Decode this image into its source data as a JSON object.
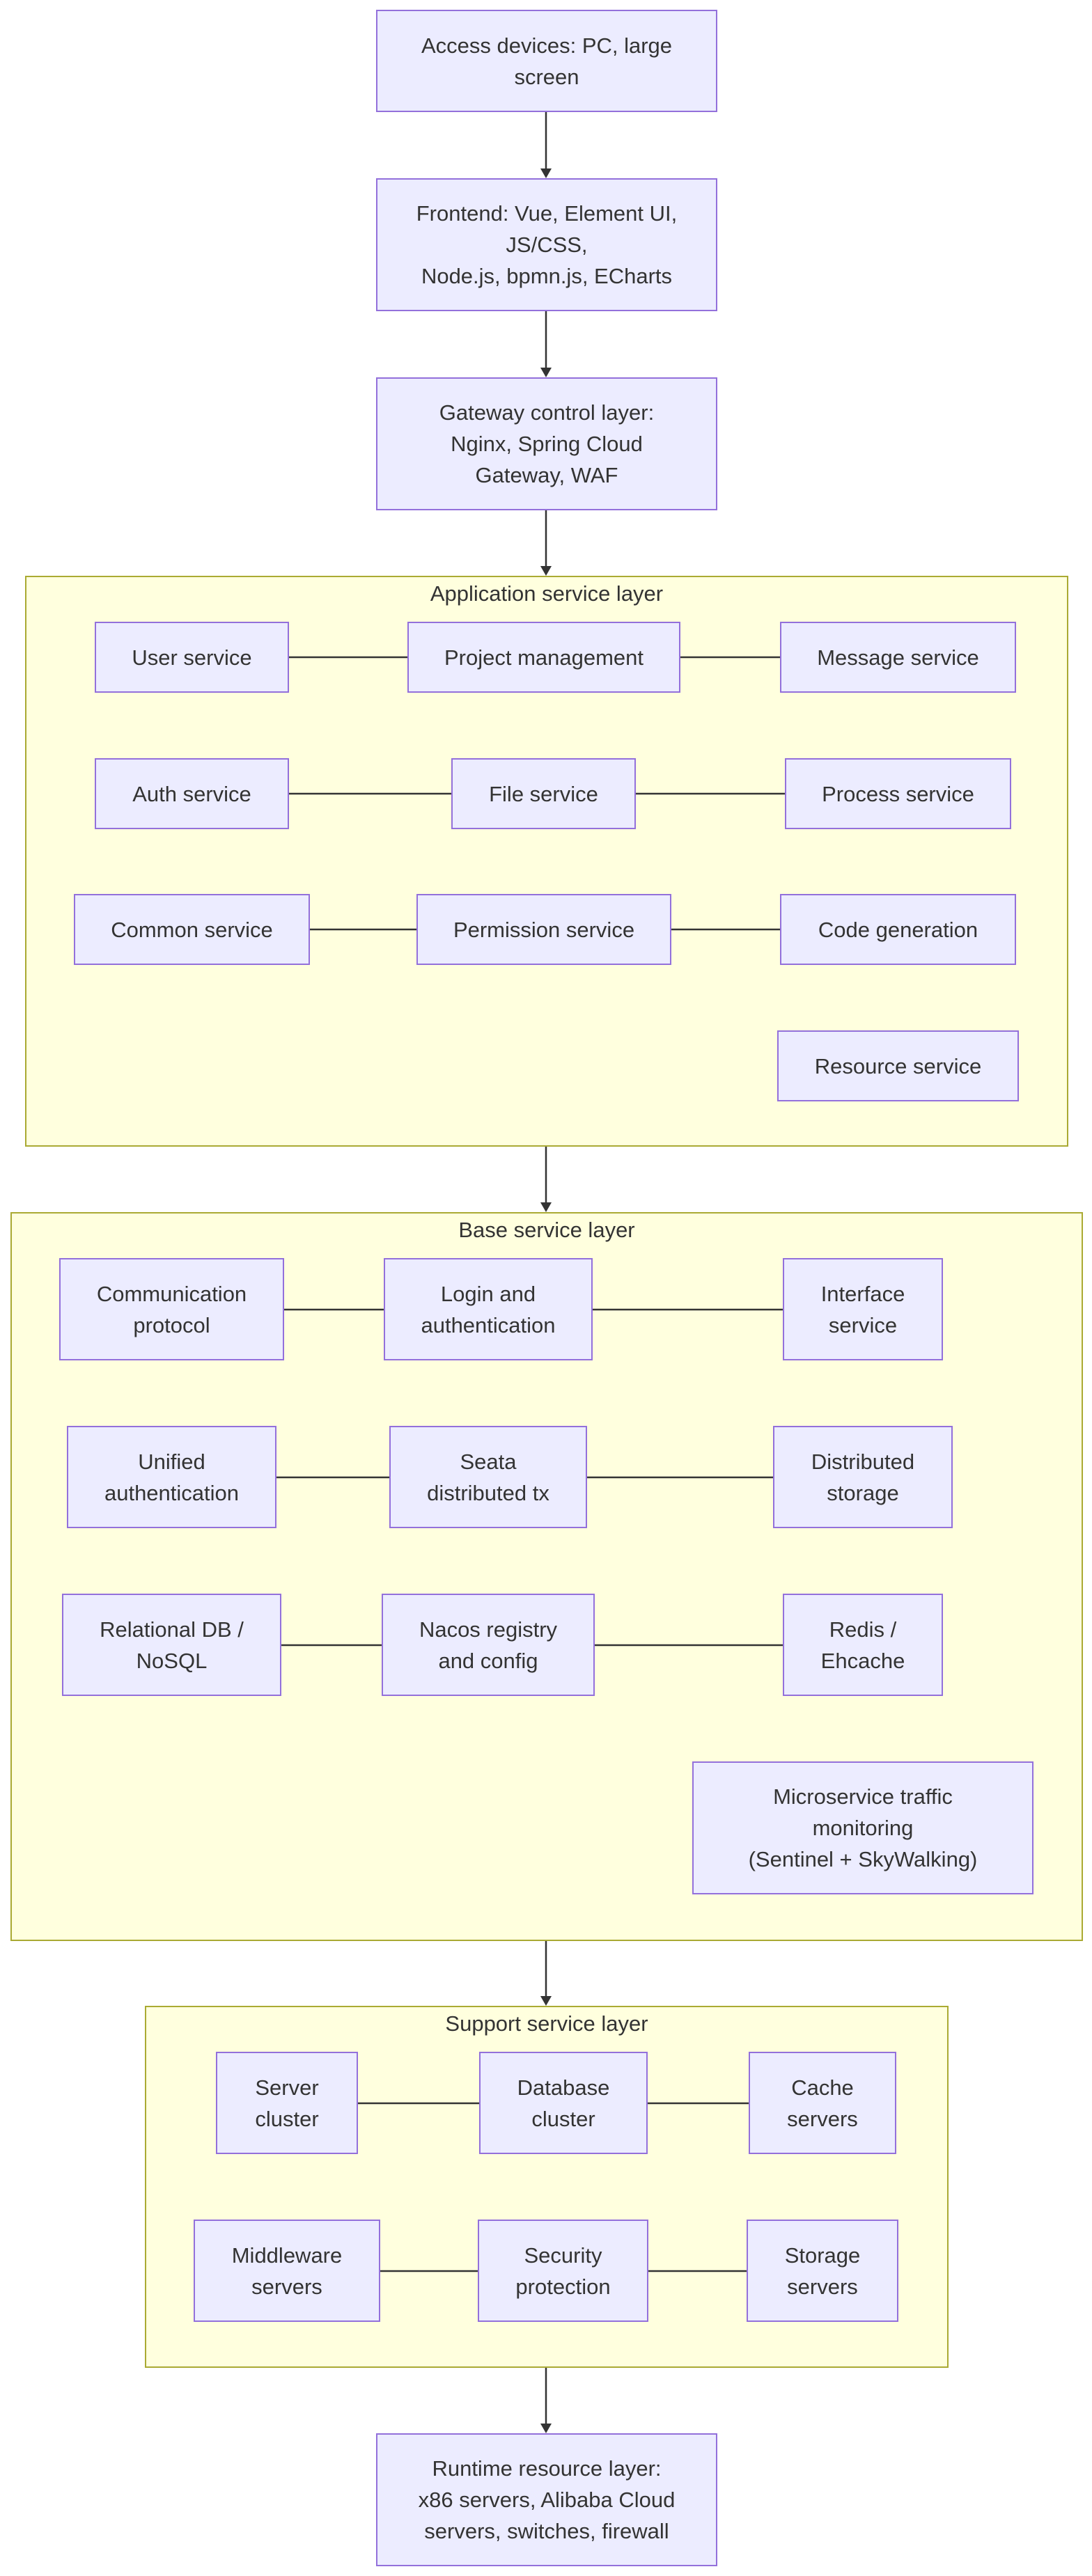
{
  "diagram": {
    "nodes": {
      "access": "Access devices: PC, large\nscreen",
      "frontend": "Frontend: Vue, Element UI,\nJS/CSS,\nNode.js, bpmn.js, ECharts",
      "gateway": "Gateway control layer:\nNginx, Spring Cloud\nGateway, WAF",
      "runtime": "Runtime resource layer:\nx86 servers, Alibaba Cloud\nservers, switches, firewall"
    },
    "app_layer": {
      "title": "Application service layer",
      "user": "User service",
      "project": "Project management",
      "message": "Message service",
      "auth": "Auth service",
      "file": "File service",
      "process": "Process service",
      "common": "Common service",
      "permission": "Permission service",
      "codegen": "Code generation",
      "resource": "Resource service"
    },
    "base_layer": {
      "title": "Base service layer",
      "comm": "Communication\nprotocol",
      "login": "Login and\nauthentication",
      "iface": "Interface\nservice",
      "unified": "Unified\nauthentication",
      "seata": "Seata\ndistributed tx",
      "dstore": "Distributed\nstorage",
      "reldb": "Relational DB /\nNoSQL",
      "nacos": "Nacos registry\nand config",
      "redis": "Redis /\nEhcache",
      "monitor": "Microservice traffic\nmonitoring\n(Sentinel + SkyWalking)"
    },
    "support_layer": {
      "title": "Support service layer",
      "server": "Server\ncluster",
      "db": "Database\ncluster",
      "cache": "Cache\nservers",
      "middleware": "Middleware\nservers",
      "security": "Security\nprotection",
      "storage": "Storage\nservers"
    }
  }
}
